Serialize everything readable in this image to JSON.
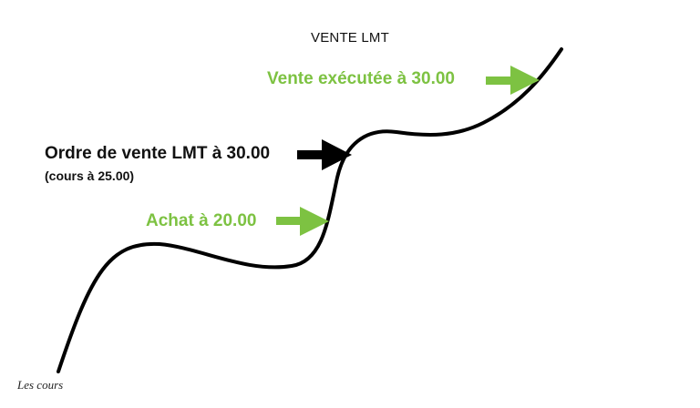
{
  "diagram": {
    "title": "VENTE LMT",
    "labels": {
      "sell_executed": "Vente exécutée à 30.00",
      "sell_order": "Ordre de vente LMT à 30.00",
      "sell_order_note": "(cours à 25.00)",
      "buy": "Achat à 20.00",
      "price_curve": "Les cours"
    },
    "colors": {
      "curve": "#000000",
      "green_accent": "#7dc242",
      "order_arrow": "#000000"
    },
    "icons": {
      "sell_executed_arrow": "arrow-right-icon",
      "sell_order_arrow": "arrow-right-icon",
      "buy_arrow": "arrow-right-icon"
    }
  }
}
